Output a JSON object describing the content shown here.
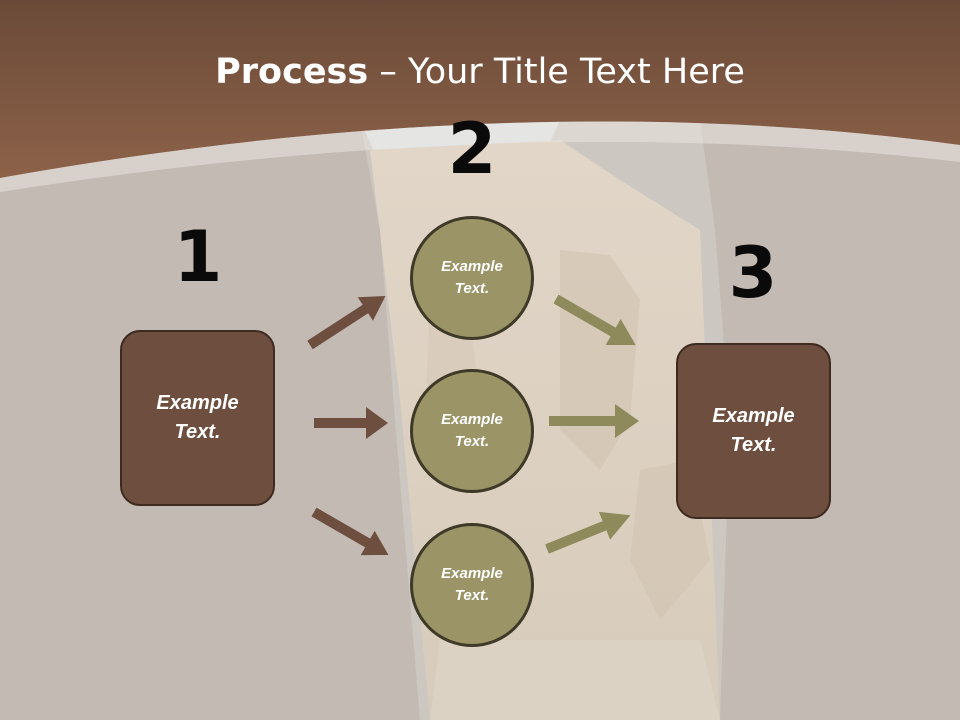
{
  "title": {
    "bold": "Process",
    "separator": " – ",
    "rest": "Your Title Text Here"
  },
  "steps": {
    "one": "1",
    "two": "2",
    "three": "3"
  },
  "left_box": {
    "line1": "Example",
    "line2": "Text."
  },
  "right_box": {
    "line1": "Example",
    "line2": "Text."
  },
  "circles": [
    {
      "line1": "Example",
      "line2": "Text."
    },
    {
      "line1": "Example",
      "line2": "Text."
    },
    {
      "line1": "Example",
      "line2": "Text."
    }
  ],
  "colors": {
    "header_brown": "#855c44",
    "box_brown": "#6e4f3f",
    "circle_olive": "#9a9467",
    "arrow_brown": "#6e4f3f",
    "arrow_olive": "#8e8a5c"
  }
}
